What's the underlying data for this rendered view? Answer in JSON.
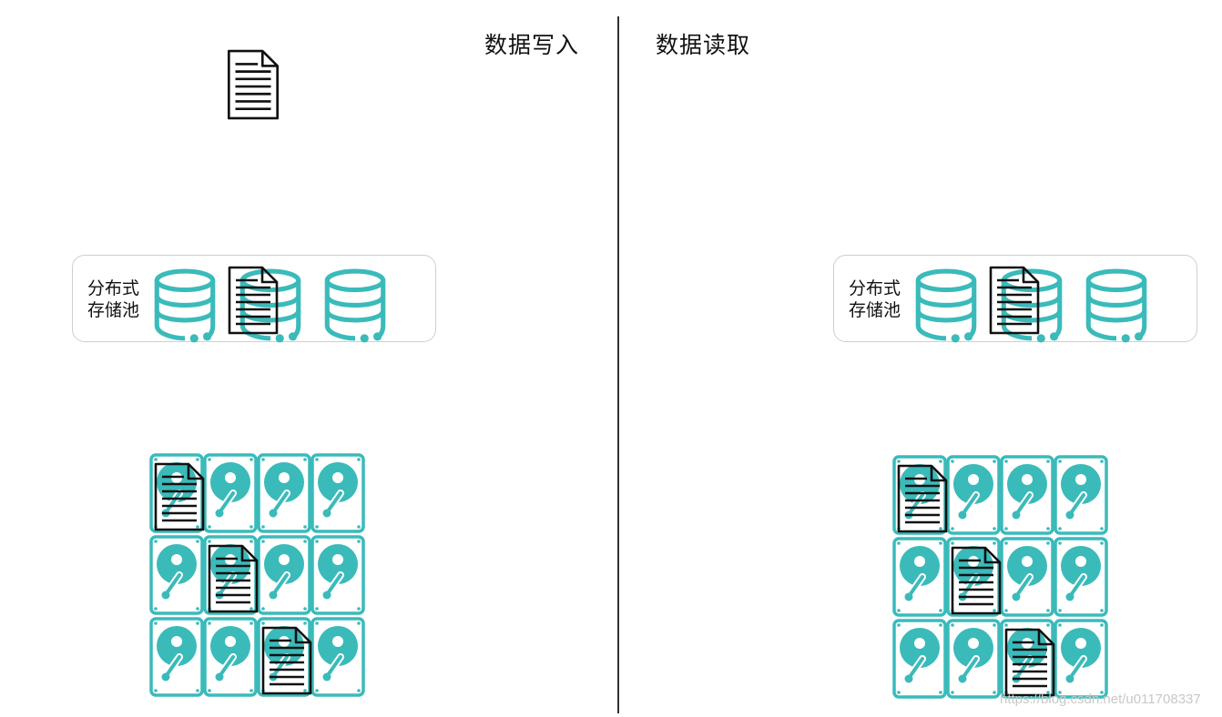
{
  "colors": {
    "teal": "#3bbaba",
    "ink": "#111111",
    "border": "#cfcfcf"
  },
  "write": {
    "title": "数据写入"
  },
  "read": {
    "title": "数据读取"
  },
  "pool": {
    "label_line1": "分布式",
    "label_line2": "存储池"
  },
  "icons": {
    "document": "document-icon",
    "database": "database-icon",
    "disk": "hard-disk-icon"
  },
  "watermark": "https://blog.csdn.net/u011708337"
}
